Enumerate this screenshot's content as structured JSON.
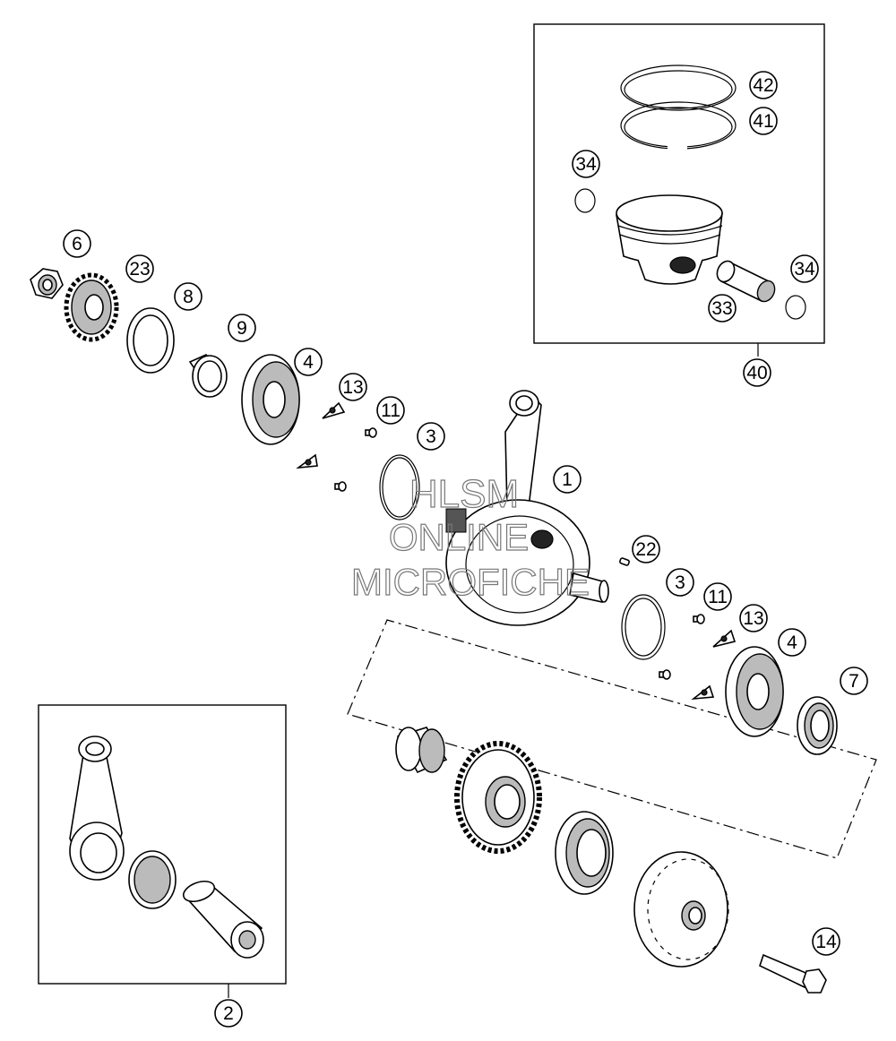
{
  "callouts": {
    "c1": "1",
    "c2": "2",
    "c3a": "3",
    "c3b": "3",
    "c4a": "4",
    "c4b": "4",
    "c6": "6",
    "c7": "7",
    "c8": "8",
    "c9": "9",
    "c11a": "11",
    "c11b": "11",
    "c13a": "13",
    "c13b": "13",
    "c14": "14",
    "c22": "22",
    "c23": "23",
    "c33": "33",
    "c34a": "34",
    "c34b": "34",
    "c40": "40",
    "c41": "41",
    "c42": "42"
  },
  "watermark": {
    "line1": "HLSM",
    "line2": "ONLINE",
    "line3": "MICROFICHE"
  },
  "colors": {
    "ink": "#000000",
    "watermark": "#777777",
    "background": "#ffffff"
  }
}
